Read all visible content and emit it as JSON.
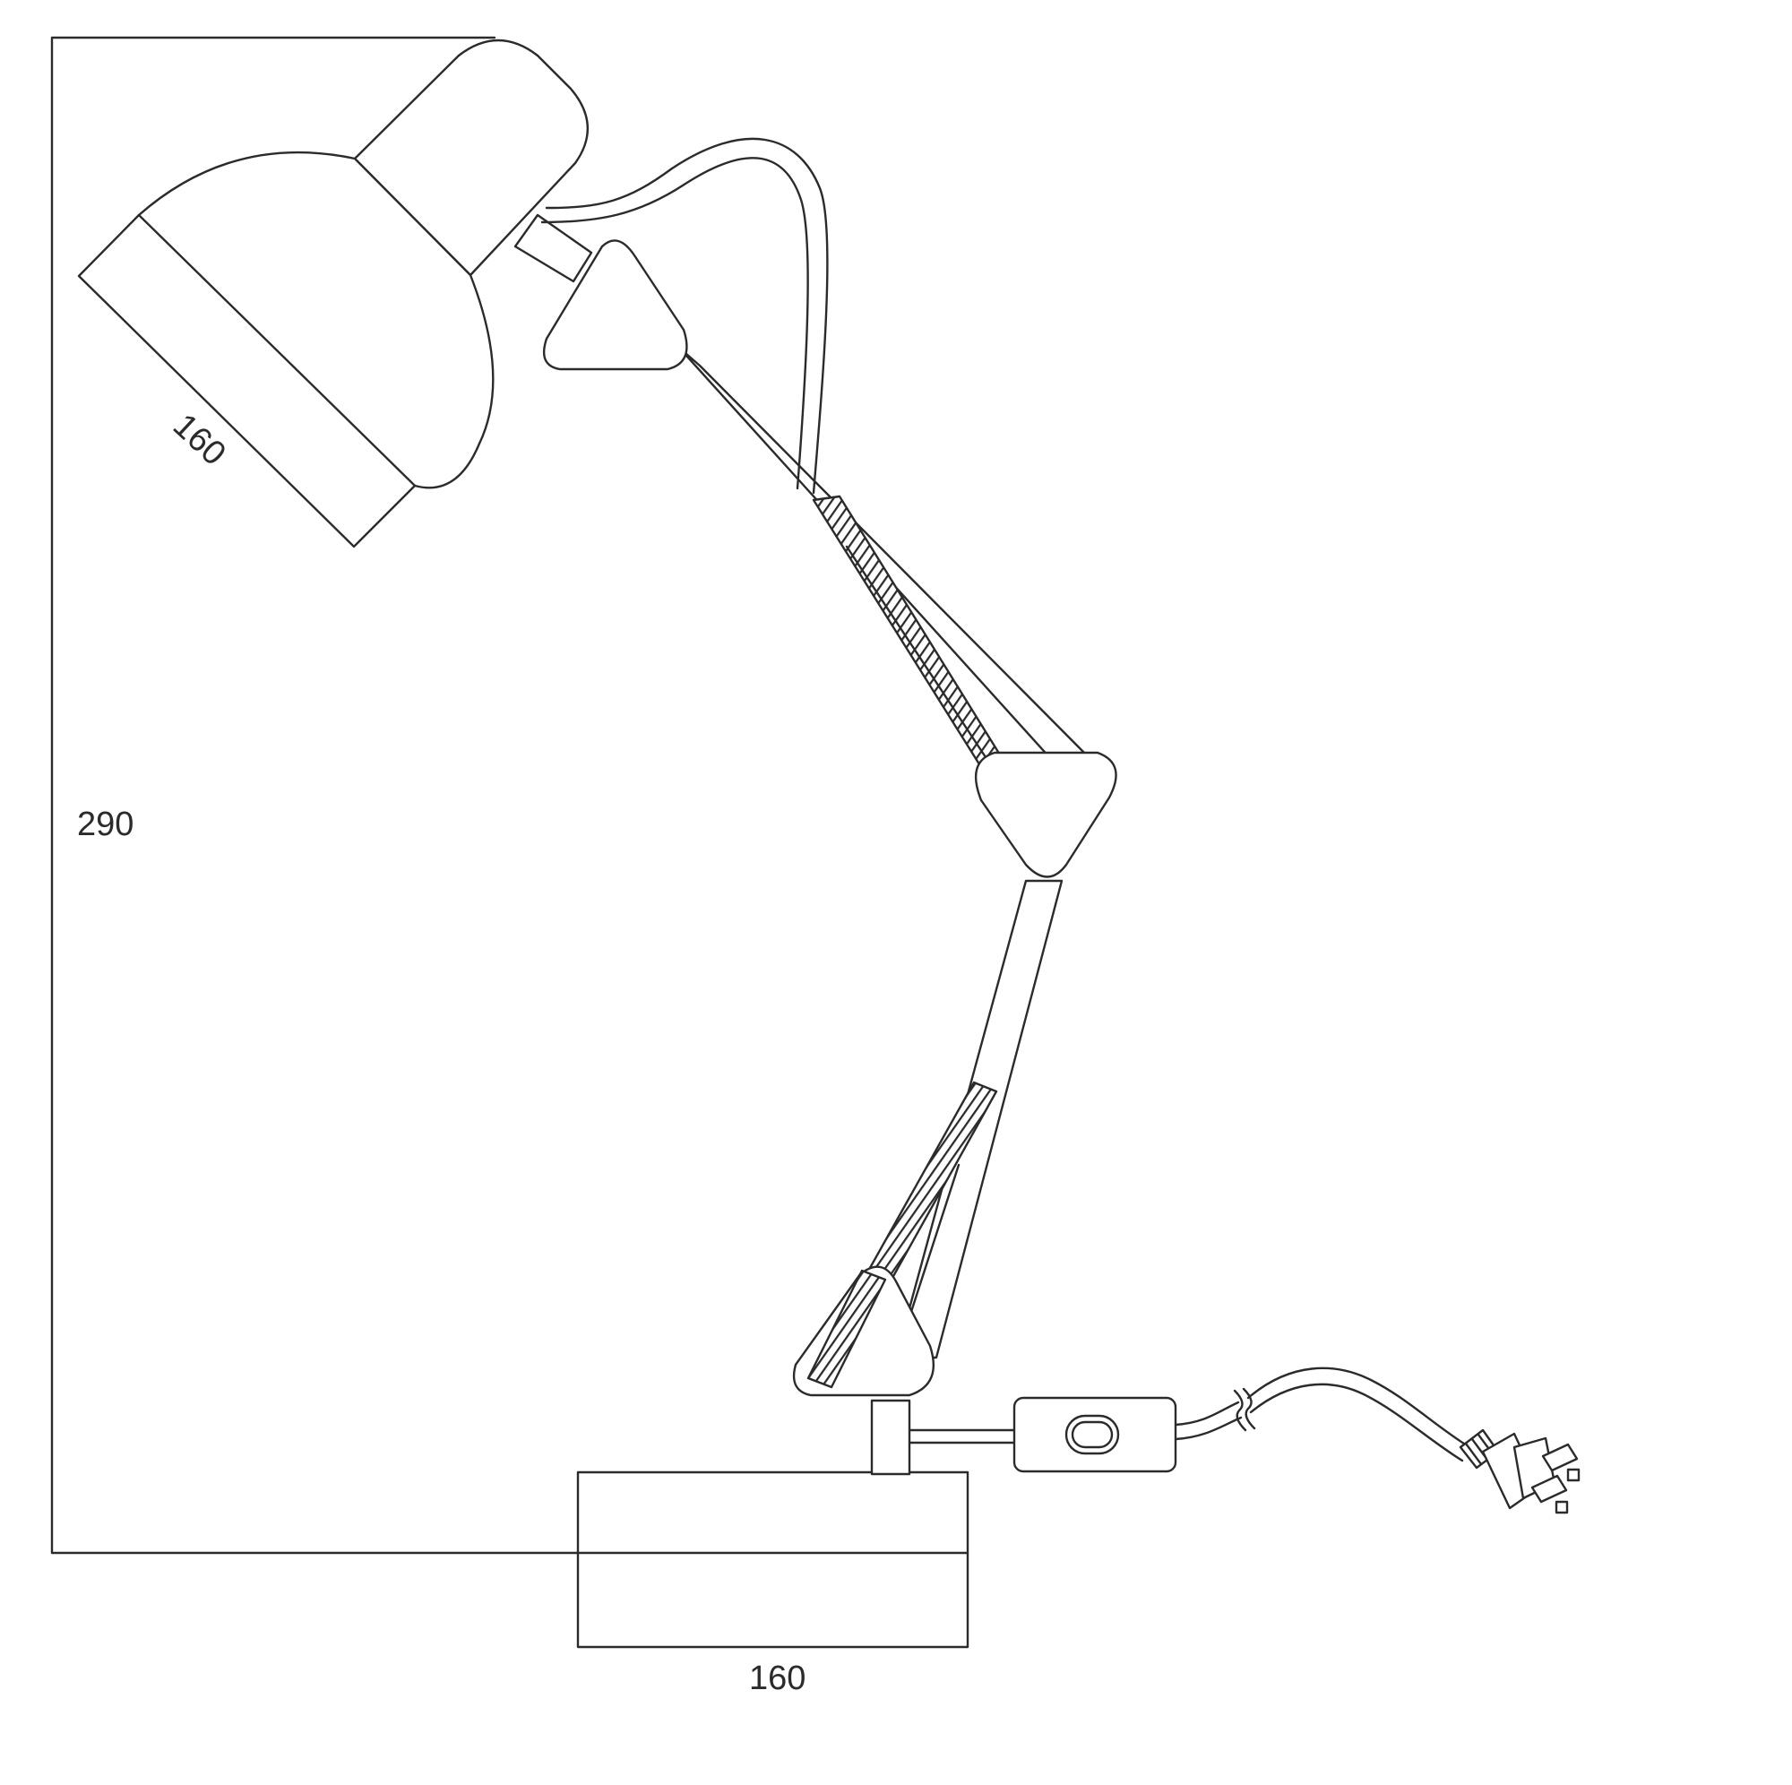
{
  "dimensions": {
    "height": "290",
    "shade_diameter": "160",
    "base_width": "160"
  },
  "colors": {
    "line": "#2b2b2b",
    "background": "#ffffff"
  }
}
